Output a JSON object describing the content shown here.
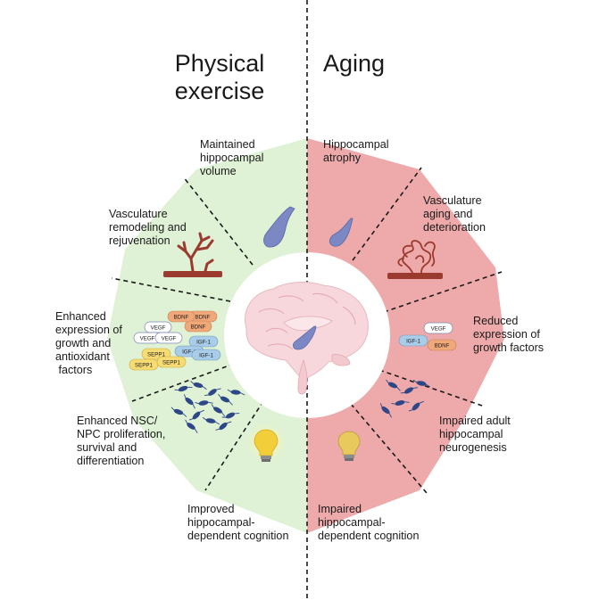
{
  "titles": {
    "left": [
      "Physical",
      "exercise"
    ],
    "right": [
      "Aging"
    ]
  },
  "exercise_segments": [
    {
      "lines": [
        "Maintained",
        "hippocampal",
        "volume"
      ]
    },
    {
      "lines": [
        "Vasculature",
        "remodeling and",
        "rejuvenation"
      ]
    },
    {
      "lines": [
        "Enhanced",
        "expression of",
        "growth and",
        "antioxidant",
        " factors"
      ]
    },
    {
      "lines": [
        "Enhanced NSC/",
        "NPC proliferation,",
        "survival and",
        "differentiation"
      ]
    },
    {
      "lines": [
        "Improved",
        "hippocampal-",
        "dependent cognition"
      ]
    }
  ],
  "aging_segments": [
    {
      "lines": [
        "Hippocampal",
        "atrophy"
      ]
    },
    {
      "lines": [
        "Vasculature",
        "aging and",
        "deterioration"
      ]
    },
    {
      "lines": [
        "Reduced",
        "expression of",
        "growth factors"
      ]
    },
    {
      "lines": [
        "Impaired adult",
        "hippocampal",
        "neurogenesis"
      ]
    },
    {
      "lines": [
        "Impaired",
        "hippocampal-",
        "dependent cognition"
      ]
    }
  ],
  "exercise_factor_tags": [
    "BDNF",
    "BDNF",
    "BDNF",
    "VEGF",
    "VEGF",
    "VEGF",
    "IGF-1",
    "IGF-1",
    "IGF-1",
    "SEPP1",
    "SEPP1",
    "SEPP1"
  ],
  "aging_factor_tags": [
    "VEGF",
    "IGF-1",
    "BDNF"
  ],
  "colors": {
    "exercise": "#dff2d5",
    "aging": "#eeaaab",
    "hippocampus": "#7b88c4",
    "vessel": "#9b3a2e",
    "brain": "#f7d7dc",
    "bulb": "#f2cf3a",
    "divider": "#1a1a1a"
  },
  "icons": [
    "hippocampus-icon",
    "blood-vessel-icon",
    "growth-factor-icon",
    "neural-cells-icon",
    "lightbulb-icon",
    "brain-icon"
  ]
}
